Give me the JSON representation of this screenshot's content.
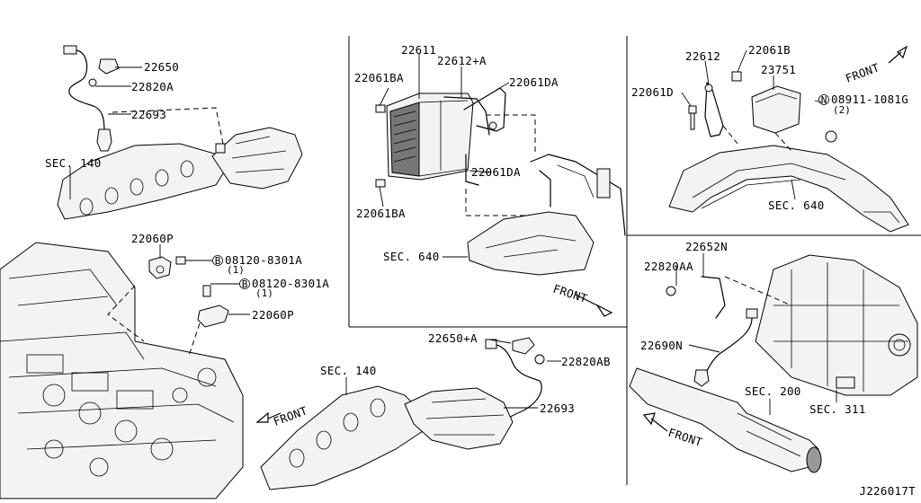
{
  "diagram_id": "J226017T",
  "labels": {
    "p22650": "22650",
    "p22820A": "22820A",
    "p22693_top": "22693",
    "sec140_top": "SEC. 140",
    "p22060P_a": "22060P",
    "p08120_a": "08120-8301A",
    "qty_a": "(1)",
    "p08120_b": "08120-8301A",
    "qty_b": "(1)",
    "p22060P_b": "22060P",
    "p22611": "22611",
    "p22612A": "22612+A",
    "p22061BA_a": "22061BA",
    "p22061DA_a": "22061DA",
    "p22061DA_b": "22061DA",
    "p22061BA_b": "22061BA",
    "sec640_mid": "SEC. 640",
    "front_mid": "FRONT",
    "p22612": "22612",
    "p22061B": "22061B",
    "p23751": "23751",
    "p22061D": "22061D",
    "p08911": "08911-1081G",
    "qty_c": "(2)",
    "front_tr": "FRONT",
    "sec640_tr": "SEC. 640",
    "p22650A": "22650+A",
    "p22820AB": "22820AB",
    "sec140_bot": "SEC. 140",
    "p22693_bot": "22693",
    "front_bl": "FRONT",
    "p22652N": "22652N",
    "p22820AA": "22820AA",
    "p22690N": "22690N",
    "sec200": "SEC. 200",
    "sec311": "SEC. 311",
    "front_br": "FRONT",
    "circ_B": "B",
    "circ_N": "N"
  }
}
